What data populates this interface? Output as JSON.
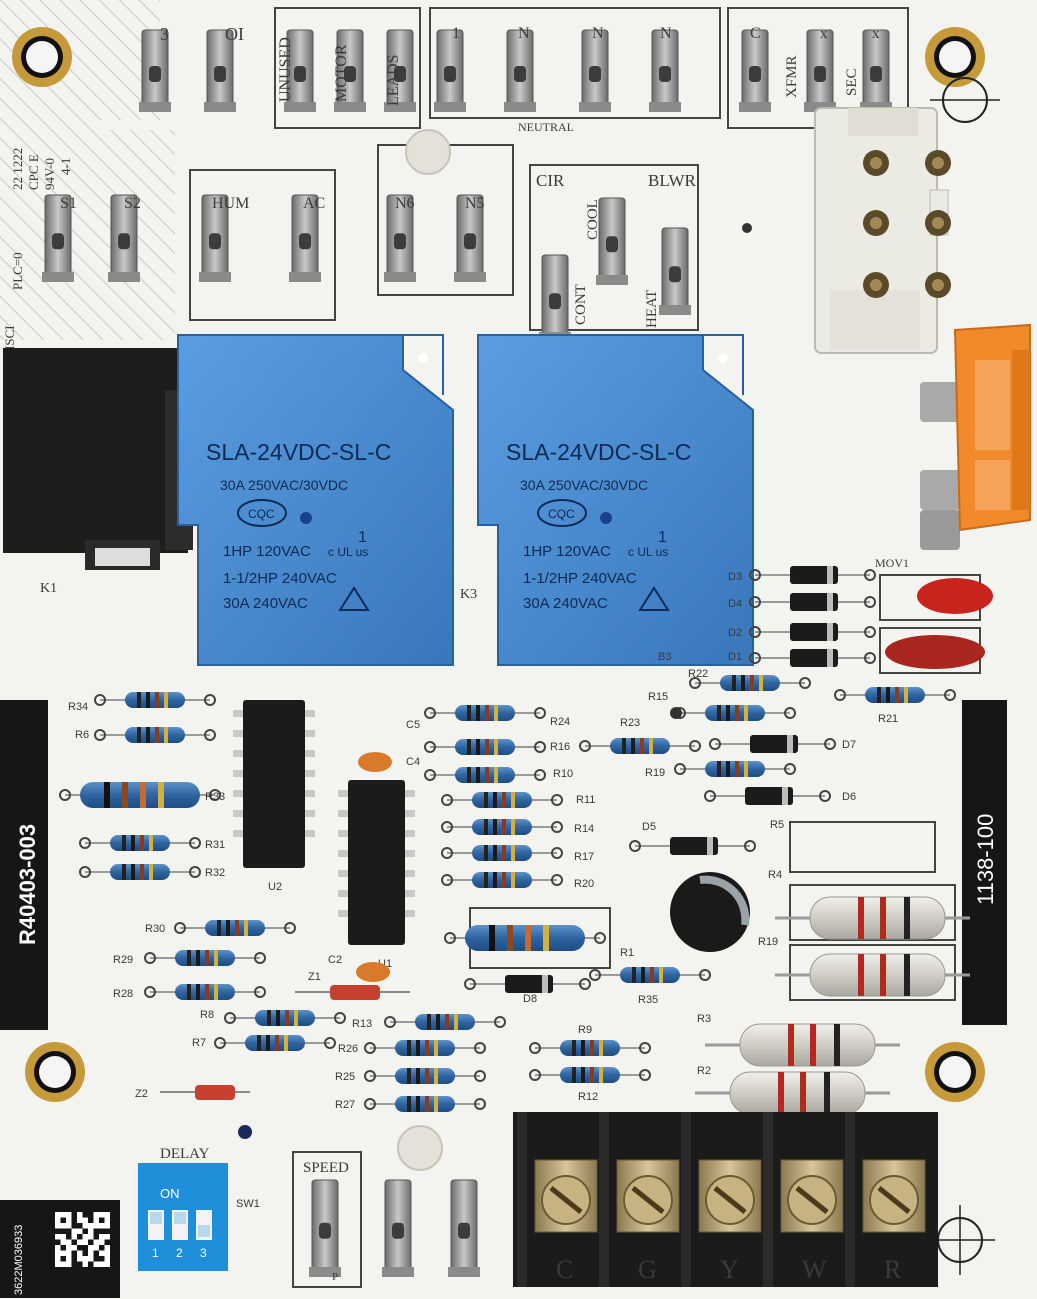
{
  "colors": {
    "board": "#f2f2ef",
    "relay_blue": "#4b8fd1",
    "relay_blue_dark": "#2f6eb0",
    "black_strip": "#161616",
    "terminal_block": "#1b1b1b",
    "brass": "#b89a55",
    "fuse_orange": "#f08a2a",
    "mov_red": "#c9241c",
    "capacitor_red": "#a8261e"
  },
  "top_terminals": {
    "labels": [
      "3",
      "OI",
      "UNUSED",
      "MOTOR",
      "LEADS",
      "1",
      "N",
      "N",
      "N",
      "C",
      "XFMR",
      "x",
      "SEC",
      "x"
    ],
    "neutral_label": "NEUTRAL"
  },
  "mid_terminals": {
    "s_labels": [
      "S1",
      "S2"
    ],
    "hum_ac_labels": [
      "HUM",
      "AC"
    ],
    "n_labels": [
      "N6",
      "N5"
    ],
    "cir_label": "CIR",
    "blwr_label": "BLWR",
    "cool_label": "COOL",
    "cont_label": "CONT",
    "heat_label": "HEAT"
  },
  "side_silk": {
    "left_vertical": [
      "22 1222",
      "CPC E",
      "94V-0",
      "4-1"
    ],
    "plc": "PLC=0",
    "hsci": "HSCI"
  },
  "relays": [
    {
      "model": "SLA-24VDC-SL-C",
      "rating1": "30A  250VAC/30VDC",
      "cqc": "CQC",
      "hp1": "1HP 120VAC",
      "hp2": "1-1/2HP 240VAC",
      "amp": "30A 240VAC",
      "ul_mark": "c UL us",
      "one": "1",
      "ref": "K1"
    },
    {
      "model": "SLA-24VDC-SL-C",
      "rating1": "30A  250VAC/30VDC",
      "cqc": "CQC",
      "hp1": "1HP 120VAC",
      "hp2": "1-1/2HP 240VAC",
      "amp": "30A 240VAC",
      "ul_mark": "c UL us",
      "one": "1",
      "ref": "K3"
    }
  ],
  "diodes": [
    "D3",
    "D4",
    "D2",
    "D1",
    "D7",
    "D6",
    "D5",
    "D8"
  ],
  "mov_label": "MOV1",
  "resistors": [
    "R34",
    "R6",
    "R33",
    "R31",
    "R32",
    "R30",
    "R29",
    "R28",
    "R8",
    "R7",
    "R24",
    "R16",
    "R10",
    "R11",
    "R14",
    "R17",
    "R20",
    "R22",
    "R15",
    "R21",
    "R23",
    "R19",
    "R5",
    "R4",
    "R19",
    "R1",
    "R35",
    "R13",
    "R26",
    "R25",
    "R27",
    "R9",
    "R12",
    "R3",
    "R2"
  ],
  "capacitors": [
    "C5",
    "C4",
    "C2"
  ],
  "ics": [
    "U2",
    "U1"
  ],
  "zeners": [
    "Z1",
    "Z2"
  ],
  "left_strip_text": "R40403-003",
  "right_strip_text": "1138-100",
  "dip": {
    "title": "DELAY",
    "on_label": "ON",
    "numbers": [
      "1",
      "2",
      "3"
    ],
    "ref": "SW1"
  },
  "speed_label": "SPEED",
  "bottom_terminal_letters": [
    "C",
    "G",
    "Y",
    "W",
    "R"
  ],
  "qr_code_text": "3622M036933",
  "misc_labels": [
    "B3",
    "P"
  ]
}
